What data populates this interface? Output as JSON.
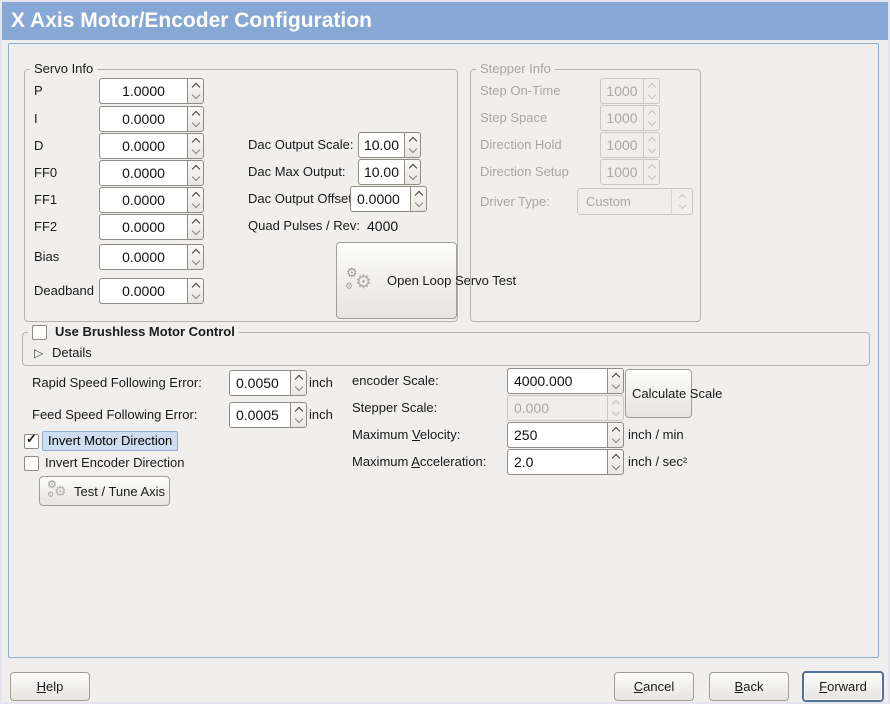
{
  "window_title": "X Axis Motor/Encoder Configuration",
  "colors": {
    "titlebar": "#87A8D4",
    "focus_border": "#54719A",
    "highlight_label_bg": "#CEDDEF",
    "disabled_text": "#A8A6A1"
  },
  "icons": {
    "expander": "▷",
    "gear": "⚙",
    "check": "✓"
  },
  "servo_info": {
    "legend": "Servo Info",
    "fields": [
      {
        "label": "P",
        "value": "1.0000"
      },
      {
        "label": "I",
        "value": "0.0000"
      },
      {
        "label": "D",
        "value": "0.0000"
      },
      {
        "label": "FF0",
        "value": "0.0000"
      },
      {
        "label": "FF1",
        "value": "0.0000"
      },
      {
        "label": "FF2",
        "value": "0.0000"
      },
      {
        "label": "Bias",
        "value": "0.0000"
      },
      {
        "label": "Deadband",
        "value": "0.0000"
      }
    ]
  },
  "dac": {
    "scale_label": "Dac Output Scale:",
    "scale_value": "10.00",
    "max_label": "Dac Max Output:",
    "max_value": "10.00",
    "offset_label": "Dac Output Offset:",
    "offset_value": "0.0000",
    "quad_label": "Quad Pulses / Rev:",
    "quad_value": "4000",
    "open_loop_button": "Open Loop Servo Test"
  },
  "stepper_info": {
    "legend": "Stepper Info",
    "fields": [
      {
        "label": "Step On-Time",
        "value": "1000"
      },
      {
        "label": "Step Space",
        "value": "1000"
      },
      {
        "label": "Direction Hold",
        "value": "1000"
      },
      {
        "label": "Direction Setup",
        "value": "1000"
      }
    ],
    "driver_label": "Driver Type:",
    "driver_value": "Custom"
  },
  "brushless": {
    "title": "Use Brushless Motor Control",
    "details": "Details"
  },
  "following": {
    "rapid_label": "Rapid Speed Following Error:",
    "rapid_value": "0.0050",
    "rapid_unit": "inch",
    "feed_label": "Feed Speed Following Error:",
    "feed_value": "0.0005",
    "feed_unit": "inch"
  },
  "scales": {
    "encoder_label": "encoder Scale:",
    "encoder_value": "4000.000",
    "calculate_button": "Calculate Scale",
    "stepper_label": "Stepper Scale:",
    "stepper_value": "0.000",
    "velocity_pre": "Maximum ",
    "velocity_mn": "V",
    "velocity_rest": "elocity:",
    "velocity_value": "250",
    "velocity_unit": "inch / min",
    "accel_pre": "Maximum ",
    "accel_mn": "A",
    "accel_rest": "cceleration:",
    "accel_value": "2.0",
    "accel_unit": "inch / sec²"
  },
  "direction": {
    "invert_motor": "Invert Motor Direction",
    "invert_encoder": "Invert Encoder Direction",
    "test_button": "Test / Tune Axis"
  },
  "footer": {
    "help_mn": "H",
    "help_rest": "elp",
    "cancel_mn": "C",
    "cancel_rest": "ancel",
    "back_mn": "B",
    "back_rest": "ack",
    "forward_mn": "F",
    "forward_rest": "orward"
  }
}
